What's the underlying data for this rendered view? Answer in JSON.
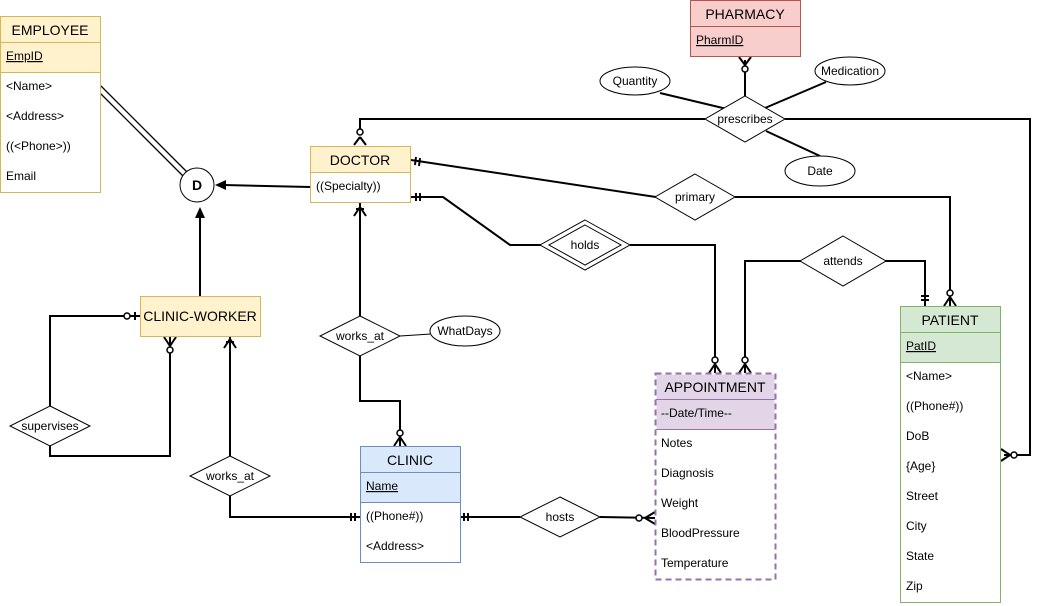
{
  "entities": {
    "employee": {
      "title": "EMPLOYEE",
      "key": "EmpID",
      "attrs": [
        "<Name>",
        "<Address>",
        "((<Phone>))",
        "Email"
      ],
      "fill": "#fff2cc",
      "stroke": "#d6b656"
    },
    "pharmacy": {
      "title": "PHARMACY",
      "key": "PharmID",
      "attrs": [],
      "fill": "#f8cecc",
      "stroke": "#b85450"
    },
    "doctor": {
      "title": "DOCTOR",
      "attrs": [
        "((Specialty))"
      ],
      "fill": "#fff2cc",
      "stroke": "#d6b656"
    },
    "clinic_worker": {
      "title": "CLINIC-WORKER",
      "fill": "#fff2cc",
      "stroke": "#d6b656"
    },
    "clinic": {
      "title": "CLINIC",
      "key": "Name",
      "attrs": [
        "((Phone#))",
        "<Address>"
      ],
      "fill": "#dae8fc",
      "stroke": "#6c8ebf"
    },
    "appointment": {
      "title": "APPOINTMENT",
      "key": "--Date/Time--",
      "attrs": [
        "Notes",
        "Diagnosis",
        "Weight",
        "BloodPressure",
        "Temperature"
      ],
      "fill": "#e1d5e7",
      "stroke": "#9673a6"
    },
    "patient": {
      "title": "PATIENT",
      "key": "PatID",
      "attrs": [
        "<Name>",
        "((Phone#))",
        "DoB",
        "{Age}",
        "Street",
        "City",
        "State",
        "Zip"
      ],
      "fill": "#d5e8d4",
      "stroke": "#82b366"
    }
  },
  "relationships": {
    "prescribes": "prescribes",
    "primary": "primary",
    "holds": "holds",
    "attends": "attends",
    "works_at_doctor": "works_at",
    "works_at_worker": "works_at",
    "supervises": "supervises",
    "hosts": "hosts"
  },
  "attributes": {
    "quantity": "Quantity",
    "medication": "Medication",
    "date": "Date",
    "whatdays": "WhatDays"
  },
  "disjoint": "D"
}
